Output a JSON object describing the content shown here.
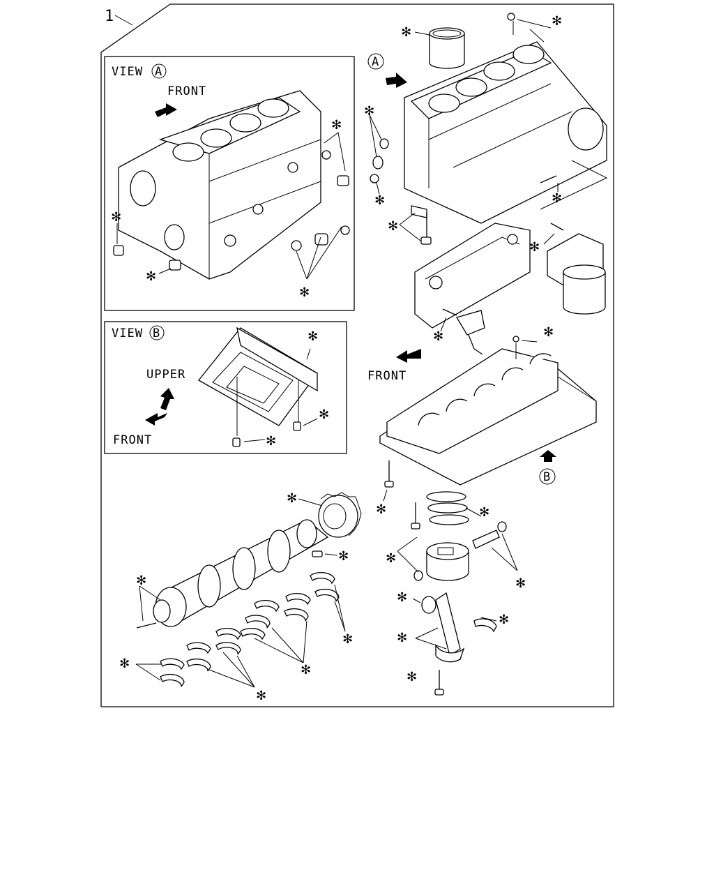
{
  "diagram": {
    "item_number": "1",
    "view_a": {
      "label": "VIEW",
      "circle": "A",
      "front_label": "FRONT"
    },
    "view_b": {
      "label": "VIEW",
      "circle": "B",
      "upper_label": "UPPER",
      "front_label": "FRONT"
    },
    "marker_a": "A",
    "marker_b": "B",
    "main_front_label": "FRONT",
    "kit_symbol": "✻"
  }
}
